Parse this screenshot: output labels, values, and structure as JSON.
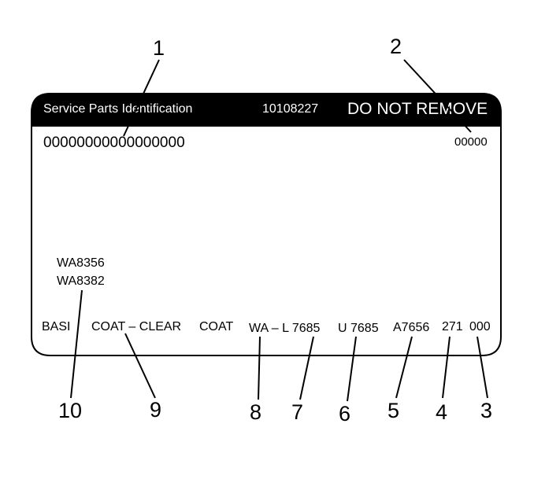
{
  "label": {
    "header": {
      "title": "Service Parts Identification",
      "part_number": "10108227",
      "warning": "DO NOT REMOVE"
    },
    "vin": "00000000000000000",
    "top_right_code": "00000",
    "option_codes": [
      "WA8356",
      "WA8382"
    ],
    "bottom_row": {
      "basi": "BASI",
      "coat_clear": "COAT – CLEAR",
      "coat": "COAT",
      "wa_l": "WA – L 7685",
      "u": "U 7685",
      "a": "A7656",
      "n271": "271",
      "n000": "000"
    }
  },
  "callouts": {
    "c1": "1",
    "c2": "2",
    "c3": "3",
    "c4": "4",
    "c5": "5",
    "c6": "6",
    "c7": "7",
    "c8": "8",
    "c9": "9",
    "c10": "10"
  },
  "colors": {
    "header_bg": "#000000",
    "header_text": "#ffffff",
    "ink": "#000000",
    "background": "#ffffff"
  }
}
